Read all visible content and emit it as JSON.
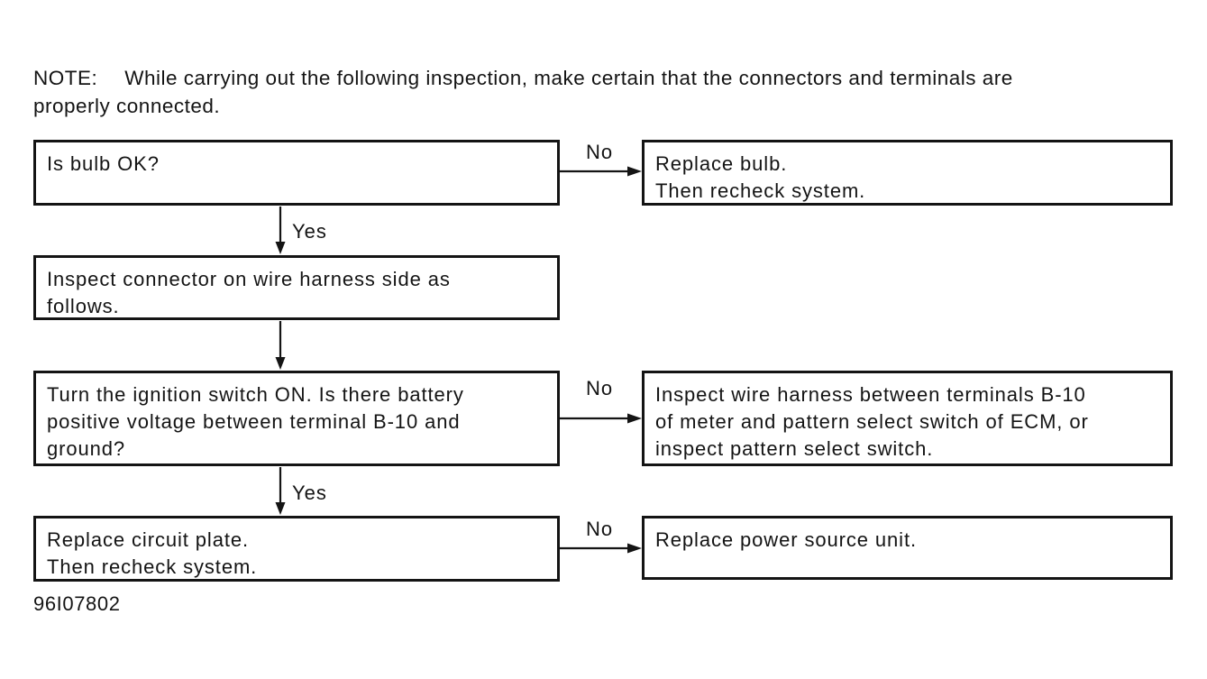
{
  "note": {
    "label": "NOTE:",
    "line1": "While carrying out the following inspection, make certain that the connectors and terminals are",
    "line2": "properly connected."
  },
  "flow": {
    "yes_label": "Yes",
    "no_label": "No",
    "boxes": {
      "q_bulb": {
        "lines": [
          "Is bulb OK?"
        ]
      },
      "a_replace_bulb": {
        "lines": [
          "Replace bulb.",
          "Then recheck system."
        ]
      },
      "a_inspect_connector": {
        "lines": [
          "Inspect connector on wire harness side as",
          "follows."
        ]
      },
      "q_ignition_voltage": {
        "lines": [
          "Turn the ignition switch ON. Is there battery",
          "positive voltage between terminal B-10 and",
          "ground?"
        ]
      },
      "a_inspect_harness": {
        "lines": [
          "Inspect wire harness between terminals B-10",
          "of meter and pattern select switch of ECM, or",
          "inspect pattern select switch."
        ]
      },
      "a_replace_circuit_plate": {
        "lines": [
          "Replace circuit plate.",
          "Then recheck system."
        ]
      },
      "a_replace_power_source": {
        "lines": [
          "Replace power source unit."
        ]
      }
    }
  },
  "figure_code": "96I07802",
  "colors": {
    "ink": "#141414",
    "background": "#ffffff"
  }
}
